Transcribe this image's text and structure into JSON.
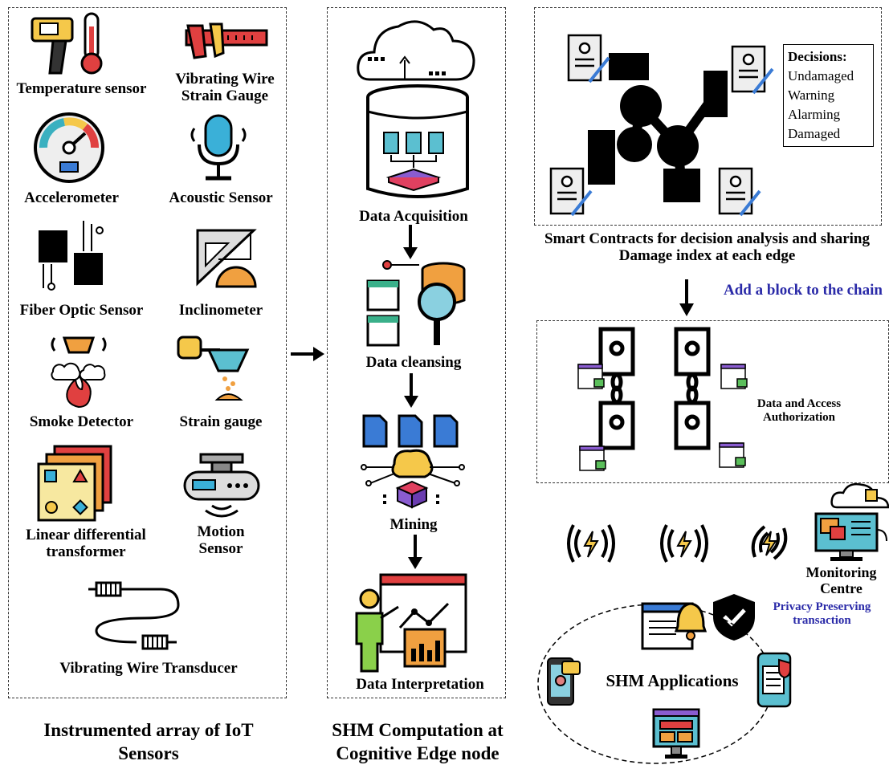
{
  "sensors": {
    "temperature": "Temperature sensor",
    "vibrating_wire_strain_gauge": "Vibrating Wire Strain Gauge",
    "accelerometer": "Accelerometer",
    "acoustic": "Acoustic Sensor",
    "fiber_optic": "Fiber Optic Sensor",
    "inclinometer": "Inclinometer",
    "smoke": "Smoke Detector",
    "strain_gauge": "Strain gauge",
    "ldt": "Linear differential transformer",
    "motion": "Motion Sensor",
    "vw_transducer": "Vibrating Wire Transducer"
  },
  "edge": {
    "acquisition": "Data Acquisition",
    "cleansing": "Data cleansing",
    "mining": "Mining",
    "interpretation": "Data Interpretation"
  },
  "contracts": {
    "decisions_title": "Decisions:",
    "decisions": [
      "Undamaged",
      "Warning",
      "Alarming",
      "Damaged"
    ],
    "caption": "Smart Contracts for decision analysis and sharing Damage index at each edge"
  },
  "blockchain": {
    "add_block": "Add a block to the chain",
    "auth": "Data and Access Authorization"
  },
  "monitoring": {
    "centre": "Monitoring Centre",
    "privacy": "Privacy Preserving transaction",
    "apps": "SHM Applications"
  },
  "captions": {
    "left": "Instrumented array of IoT Sensors",
    "middle": "SHM Computation at Cognitive Edge node"
  },
  "colors": {
    "accent_blue": "#2a2aa8",
    "border": "#333333"
  }
}
